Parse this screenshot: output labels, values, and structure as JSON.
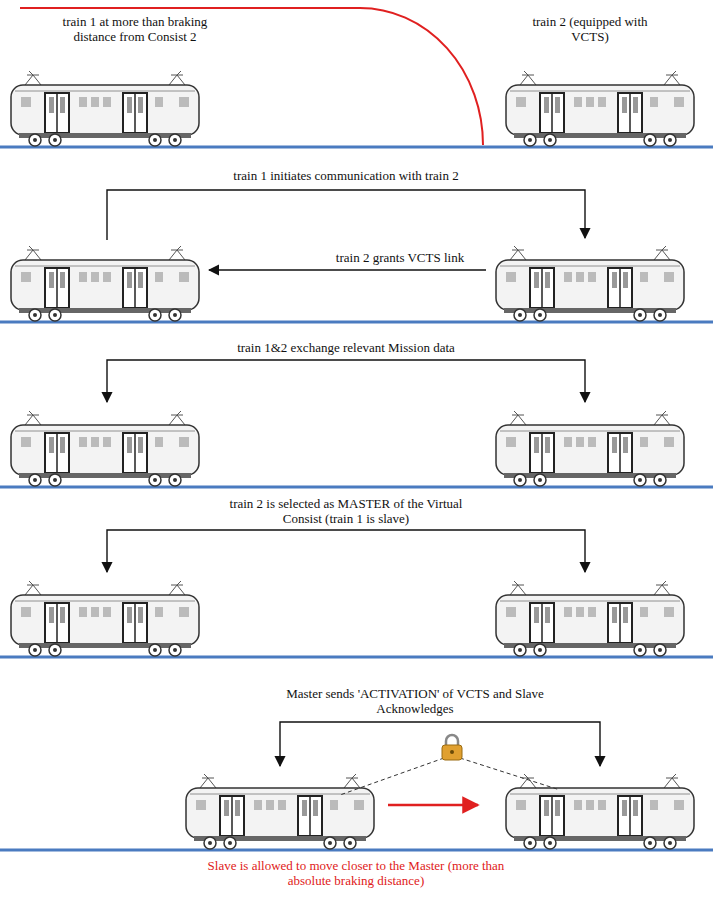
{
  "diagram": {
    "labels": [
      "train 1 at more than braking distance from Consist 2",
      "train 2 (equipped with VCTS)",
      "train 1 initiates communication with train 2",
      "train 2 grants VCTS link",
      "train 1&2 exchange relevant Mission data",
      "train 2 is selected as MASTER of the Virtual Consist (train 1 is slave)",
      "Master sends 'ACTIVATION' of VCTS and Slave Acknowledges",
      "Slave is allowed to move closer to the Master (more than absolute braking distance)"
    ]
  }
}
